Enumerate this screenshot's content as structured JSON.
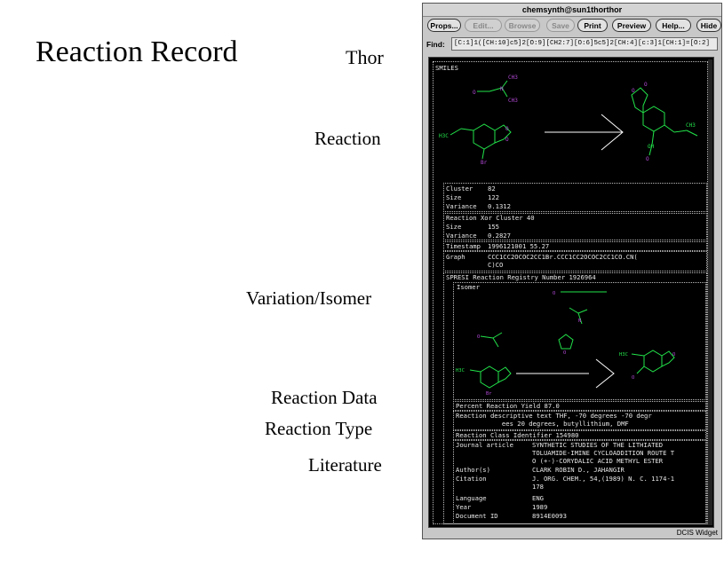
{
  "slide": {
    "title": "Reaction Record",
    "thor": "Thor",
    "labels": {
      "reaction": "Reaction",
      "variation": "Variation/Isomer",
      "reaction_data": "Reaction Data",
      "reaction_type": "Reaction Type",
      "literature": "Literature"
    }
  },
  "window": {
    "title": "chemsynth@sun1thorthor",
    "toolbar": {
      "props": "Props...",
      "edit": "Edit...",
      "browse": "Browse",
      "save": "Save",
      "print": "Print",
      "preview": "Preview",
      "help": "Help...",
      "hide": "Hide"
    },
    "find_label": "Find:",
    "find_value": "[C:1]1([CH:10]c5]2[O:9][CH2:7][O:6]5c5]2[CH:4][c:3]1[CH:1]=[O:2]",
    "status": "DCIS Widget"
  },
  "record": {
    "smiles_header": "SMILES",
    "cluster": {
      "cluster_label": "Cluster",
      "cluster_value": "82",
      "size_label": "Size",
      "size_value": "122",
      "variance_label": "Variance",
      "variance_value": "0.1312"
    },
    "xor": {
      "header": "Reaction Xor Cluster 40",
      "size_label": "Size",
      "size_value": "155",
      "variance_label": "Variance",
      "variance_value": "0.2827"
    },
    "timestamp_label": "Timestamp",
    "timestamp_value": "1996121001 55.27",
    "graph_label": "Graph",
    "graph_value_1": "CCC1CC2OCOC2CC1Br.CCC1CC2OCOC2CC1CO.CN(",
    "graph_value_2": "C)CO",
    "registry": "SPRESI Reaction Registry Number 1926964",
    "isomer_label": "Isomer",
    "yield": "Percent Reaction Yield 87.0",
    "descriptive_1": "Reaction descriptive text THF, -70 degrees -70 degr",
    "descriptive_2": "            ees 20 degrees, butyllithium, DMF",
    "class_id": "Reaction Class Identifier 154980",
    "journal_label": "Journal article",
    "journal_1": "SYNTHETIC STUDIES OF THE LITHIATED",
    "journal_2": "TOLUAMIDE-IMINE CYCLOADDITION ROUTE T",
    "journal_3": "O (+-)-CORYDALIC ACID METHYL ESTER",
    "authors_label": "Author(s)",
    "authors_value": "CLARK ROBIN D., JAHANGIR",
    "citation_label": "Citation",
    "citation_1": "J. ORG. CHEM., 54,(1989) N. C. 1174-1",
    "citation_2": "178",
    "language_label": "Language",
    "language_value": "ENG",
    "year_label": "Year",
    "year_value": "1989",
    "docid_label": "Document ID",
    "docid_value": "8914E0093"
  },
  "colors": {
    "green": "#22e34a",
    "purple": "#b34ad8",
    "white": "#ffffff"
  }
}
